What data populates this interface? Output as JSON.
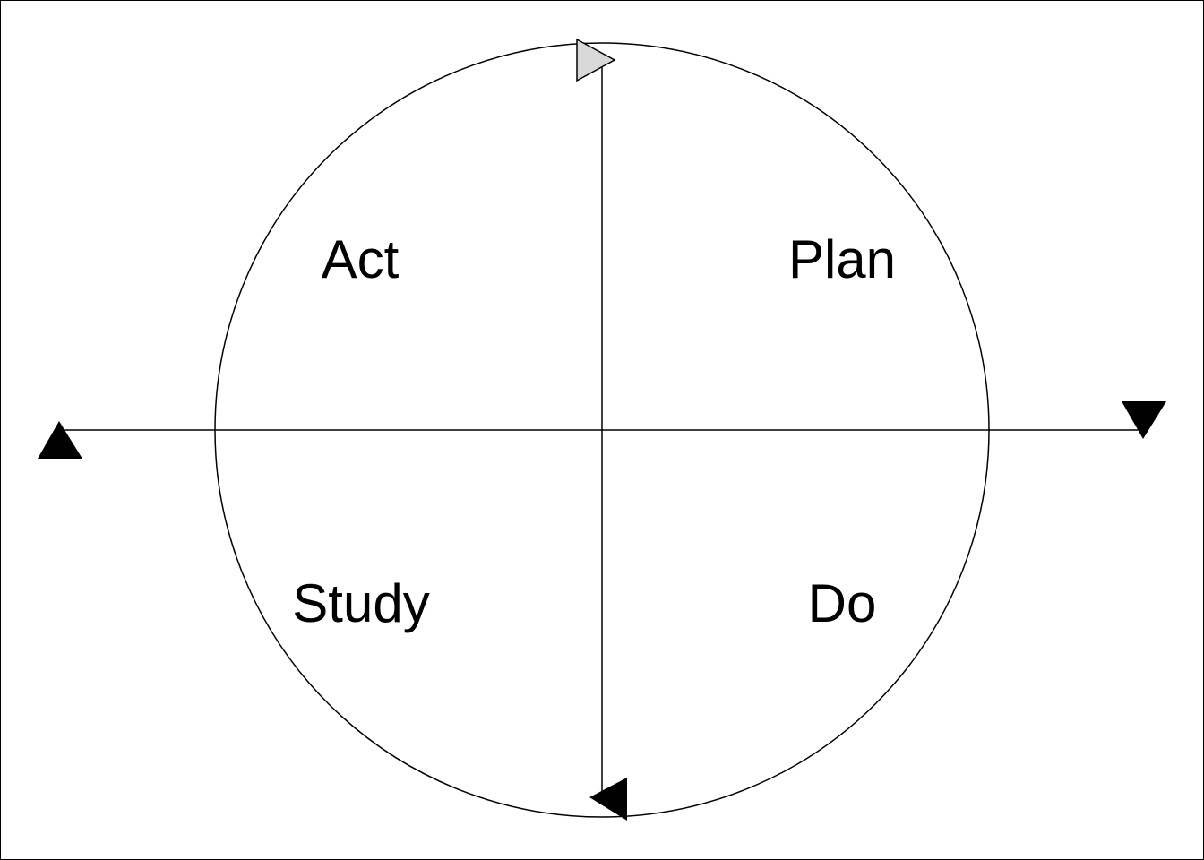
{
  "diagram": {
    "type": "PDSA cycle",
    "quadrants": {
      "plan": "Plan",
      "do": "Do",
      "study": "Study",
      "act": "Act"
    },
    "colors": {
      "stroke": "#000000",
      "background": "#ffffff",
      "arrow_dark": "#000000",
      "arrow_light": "#d9d9d9"
    }
  }
}
